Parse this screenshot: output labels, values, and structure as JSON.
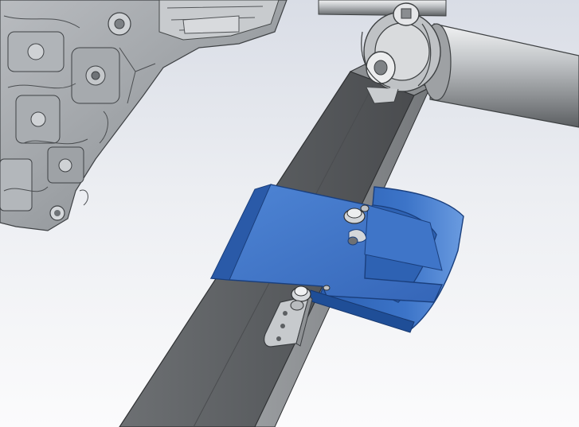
{
  "viewport": {
    "background_top": "#d9dde6",
    "background_bottom": "#fbfbfc"
  },
  "colors": {
    "bracket_blue": "#3a72c6",
    "bracket_blue_dark": "#2257a8",
    "bracket_blue_light": "#5f94dc",
    "tube_gray": "#5e6164",
    "tube_gray_light": "#8a8d90",
    "metal_light": "#c9cccf",
    "metal_dark": "#7d8185"
  },
  "parts": [
    {
      "id": "gearbox-assembly",
      "kind": "casting"
    },
    {
      "id": "drive-shaft",
      "kind": "cylinder"
    },
    {
      "id": "shaft-coupling",
      "kind": "joint"
    },
    {
      "id": "frame-tube",
      "kind": "square-tube"
    },
    {
      "id": "mounting-bracket",
      "kind": "sheet-metal"
    },
    {
      "id": "tab-plate",
      "kind": "flat-bar"
    }
  ]
}
